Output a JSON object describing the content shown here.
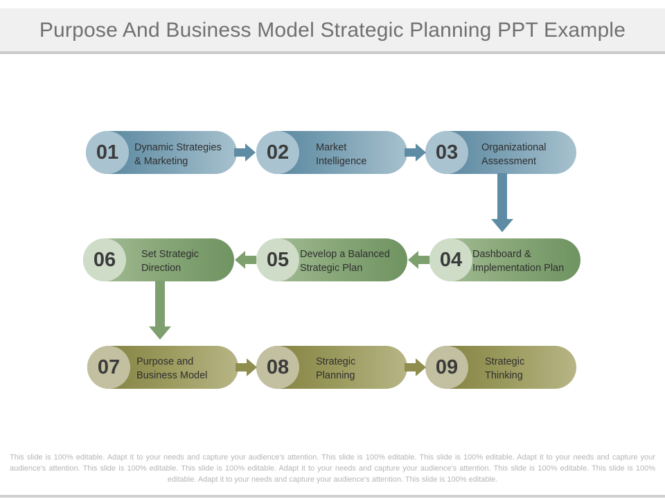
{
  "slide": {
    "title": "Purpose And Business Model Strategic Planning PPT Example",
    "footer": "This slide is 100% editable. Adapt it to your needs and capture your audience's attention. This slide is 100% editable. This slide is 100% editable. Adapt it to your needs and capture your audience's attention. This slide is 100% editable. This slide is 100% editable. Adapt it to your needs and capture your audience's attention. This slide is 100% editable. This slide is 100% editable. Adapt it to your needs and capture your audience's attention. This slide is 100% editable."
  },
  "steps": [
    {
      "number": "01",
      "label": "Dynamic Strategies\n& Marketing"
    },
    {
      "number": "02",
      "label": "Market\nIntelligence"
    },
    {
      "number": "03",
      "label": "Organizational\nAssessment"
    },
    {
      "number": "04",
      "label": "Dashboard &\nImplementation  Plan"
    },
    {
      "number": "05",
      "label": "Develop a Balanced\nStrategic Plan"
    },
    {
      "number": "06",
      "label": "Set Strategic\nDirection"
    },
    {
      "number": "07",
      "label": "Purpose and\nBusiness Model"
    },
    {
      "number": "08",
      "label": "Strategic\nPlanning"
    },
    {
      "number": "09",
      "label": "Strategic\nThinking"
    }
  ],
  "colors": {
    "row1": "#5e8ca4",
    "row2": "#7e9f6e",
    "row3": "#8f8e4e"
  }
}
